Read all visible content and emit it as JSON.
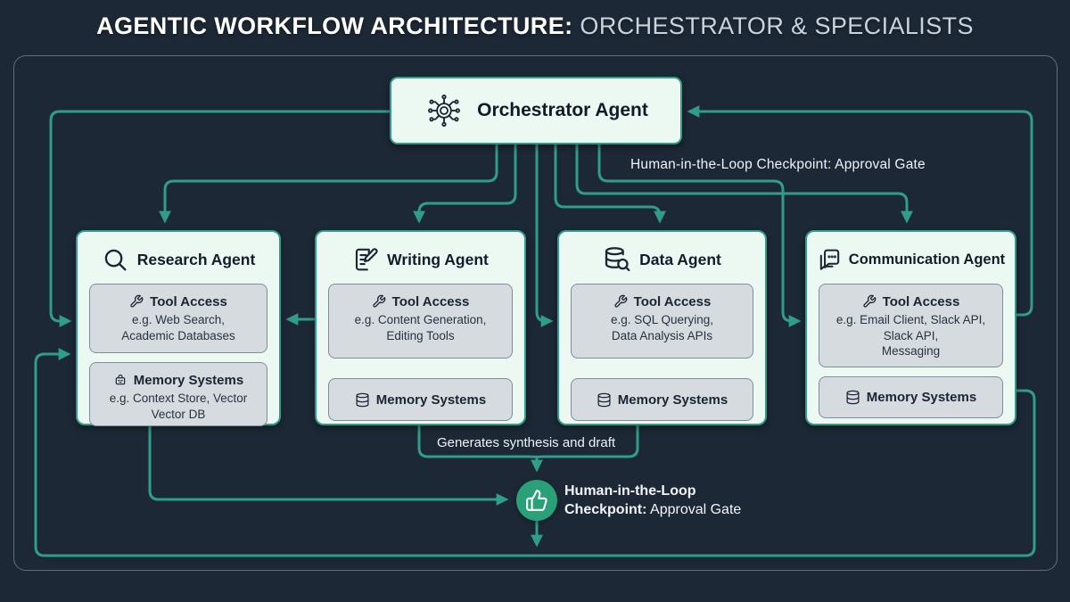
{
  "title": {
    "strong": "AGENTIC WORKFLOW ARCHITECTURE:",
    "light": " ORCHESTRATOR & SPECIALISTS"
  },
  "colors": {
    "background": "#1d2836",
    "connector_teal": "#2f9e89",
    "card_background": "#ecf8f2",
    "card_border": "#2f9e89",
    "subbox_background": "#d6dbe0",
    "subbox_border": "#828c99",
    "checkpoint_green": "#29a077",
    "title_light": "#c9d3dc"
  },
  "orchestrator": {
    "label": "Orchestrator Agent",
    "icon": "hub-gear-icon"
  },
  "annotations": {
    "approval_gate_top": "Human-in-the-Loop Checkpoint: Approval Gate",
    "synthesis": "Generates synthesis and draft"
  },
  "checkpoint": {
    "icon": "thumbs-up-icon",
    "line1": "Human-in-the-Loop",
    "line2_strong": "Checkpoint:",
    "line2_rest": " Approval Gate"
  },
  "agents": [
    {
      "id": "research",
      "title": "Research Agent",
      "icon": "magnifier-icon",
      "tool": {
        "icon": "wrench-icon",
        "title": "Tool Access",
        "lines": [
          "e.g. Web Search,",
          "Academic Databases"
        ]
      },
      "memory": {
        "icon": "memory-kit-icon",
        "title": "Memory Systems",
        "lines": [
          "e.g. Context Store, Vector",
          "Vector DB"
        ]
      }
    },
    {
      "id": "writing",
      "title": "Writing Agent",
      "icon": "file-pen-icon",
      "tool": {
        "icon": "wrench-icon",
        "title": "Tool Access",
        "lines": [
          "e.g. Content Generation,",
          "Editing Tools"
        ]
      },
      "memory": {
        "icon": "database-icon",
        "title": "Memory Systems",
        "lines": []
      }
    },
    {
      "id": "data",
      "title": "Data Agent",
      "icon": "database-search-icon",
      "tool": {
        "icon": "wrench-icon",
        "title": "Tool Access",
        "lines": [
          "e.g. SQL Querying,",
          "Data Analysis APIs"
        ]
      },
      "memory": {
        "icon": "database-icon",
        "title": "Memory Systems",
        "lines": []
      }
    },
    {
      "id": "communication",
      "title": "Communication Agent",
      "icon": "chat-bubbles-icon",
      "tool": {
        "icon": "wrench-icon",
        "title": "Tool Access",
        "lines": [
          "e.g. Email Client, Slack API,",
          "Slack API,",
          "Messaging"
        ]
      },
      "memory": {
        "icon": "database-icon",
        "title": "Memory Systems",
        "lines": []
      }
    }
  ]
}
